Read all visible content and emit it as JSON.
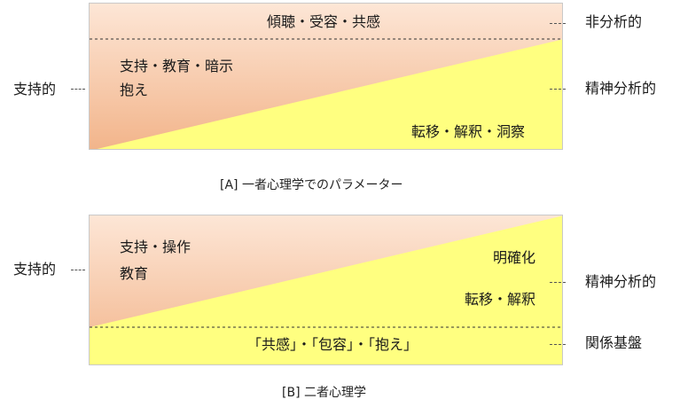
{
  "colors": {
    "orange_light": "#fde6d6",
    "orange_dark": "#f2b48a",
    "yellow": "#ffff80"
  },
  "diagram_a": {
    "caption": "[A]  一者心理学でのパラメーター",
    "top_band": "傾聴・受容・共感",
    "upper_left_line1": "支持・教育・暗示",
    "upper_left_line2": "抱え",
    "lower_right": "転移・解釈・洞察",
    "left_label": "支持的",
    "right_label_top": "非分析的",
    "right_label_mid": "精神分析的"
  },
  "diagram_b": {
    "caption": "[B]  二者心理学",
    "upper_left_line1": "支持・操作",
    "upper_left_line2": "教育",
    "right_line1": "明確化",
    "right_line2": "転移・解釈",
    "bottom_band": "「共感」・「包容」・「抱え」",
    "left_label": "支持的",
    "right_label_mid": "精神分析的",
    "right_label_bottom": "関係基盤"
  }
}
